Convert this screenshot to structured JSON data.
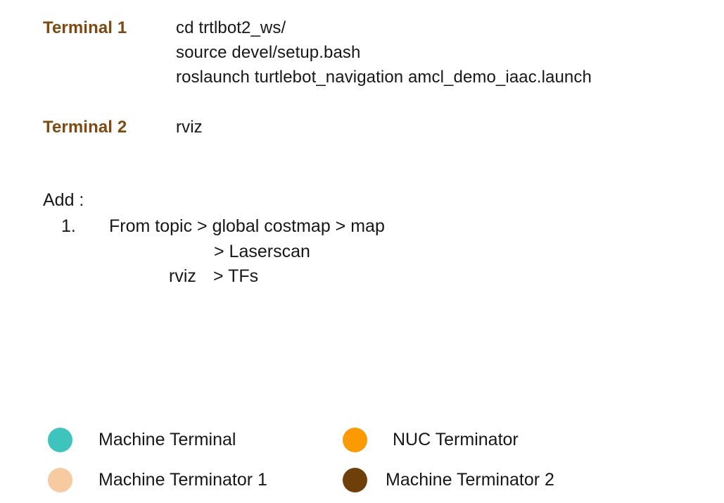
{
  "slide": {
    "background_color": "#ffffff",
    "heading_color": "#7d4a11",
    "body_color": "#171717"
  },
  "terminals": [
    {
      "label": "Terminal 1",
      "commands": [
        "cd trtlbot2_ws/",
        "source devel/setup.bash",
        "roslaunch turtlebot_navigation amcl_demo_iaac.launch"
      ]
    },
    {
      "label": "Terminal 2",
      "commands": [
        "rviz"
      ]
    }
  ],
  "add_section": {
    "title": "Add :",
    "item_number": "1.",
    "lines": [
      "From topic > global costmap > map",
      "> Laserscan",
      "> TFs"
    ],
    "rviz_label": "rviz"
  },
  "legend": {
    "items": [
      {
        "label": "Machine Terminal",
        "color": "#3fc3bd"
      },
      {
        "label": "Machine Terminator 1",
        "color": "#f8caa2"
      },
      {
        "label": "NUC Terminator",
        "color": "#fc9a04"
      },
      {
        "label": "Machine Terminator 2",
        "color": "#6f3f0b"
      }
    ]
  }
}
